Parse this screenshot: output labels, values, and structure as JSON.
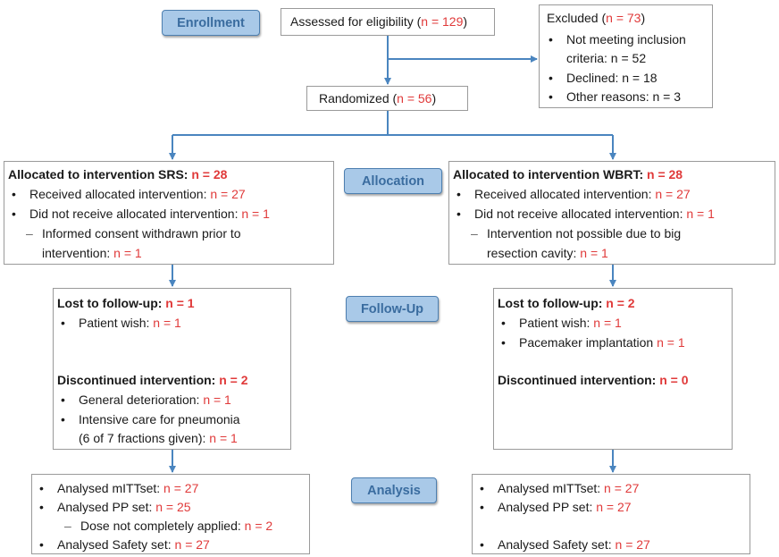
{
  "stages": {
    "enrollment": "Enrollment",
    "allocation": "Allocation",
    "follow_up": "Follow-Up",
    "analysis": "Analysis"
  },
  "assessed": {
    "label": "Assessed for eligibility (",
    "n": "n = 129",
    "close": ")"
  },
  "excluded": {
    "label": "Excluded (",
    "n": "n = 73",
    "close": ")",
    "items": [
      "Not meeting inclusion",
      "criteria: n = 52",
      "Declined: n = 18",
      "Other reasons: n = 3"
    ]
  },
  "randomized": {
    "label": "Randomized (",
    "n": "n = 56",
    "close": ")"
  },
  "alloc_srs": {
    "title": "Allocated to intervention SRS: ",
    "title_n": "n = 28",
    "received": "Received allocated intervention: ",
    "received_n": "n = 27",
    "not_received": "Did not receive allocated intervention: ",
    "not_received_n": "n = 1",
    "reason_1": "Informed consent withdrawn prior to",
    "reason_2": "intervention: ",
    "reason_n": "n = 1"
  },
  "alloc_wbrt": {
    "title": "Allocated to intervention WBRT: ",
    "title_n": "n = 28",
    "received": "Received allocated intervention: ",
    "received_n": "n = 27",
    "not_received": "Did not receive allocated intervention: ",
    "not_received_n": "n = 1",
    "reason_1": "Intervention not possible due to big",
    "reason_2": "resection cavity: ",
    "reason_n": "n = 1"
  },
  "follow_srs": {
    "lost": "Lost to follow-up: ",
    "lost_n": "n = 1",
    "patient_wish": "Patient wish: ",
    "patient_wish_n": "n = 1",
    "disc": "Discontinued intervention: ",
    "disc_n": "n = 2",
    "deterioration": "General deterioration: ",
    "deterioration_n": "n = 1",
    "icu_1": "Intensive care for pneumonia",
    "icu_2": "(6 of 7 fractions given): ",
    "icu_n": "n = 1"
  },
  "follow_wbrt": {
    "lost": "Lost to follow-up: ",
    "lost_n": "n = 2",
    "patient_wish": "Patient wish: ",
    "patient_wish_n": "n = 1",
    "pacemaker": "Pacemaker implantation ",
    "pacemaker_n": "n = 1",
    "disc": "Discontinued intervention: ",
    "disc_n": "n = 0"
  },
  "analysis_srs": {
    "mitt": "Analysed mITTset: ",
    "mitt_n": "n = 27",
    "pp": "Analysed PP set: ",
    "pp_n": "n = 25",
    "dose": "Dose not completely applied: ",
    "dose_n": "n = 2",
    "safety": "Analysed Safety set: ",
    "safety_n": "n = 27"
  },
  "analysis_wbrt": {
    "mitt": "Analysed mITTset: ",
    "mitt_n": "n = 27",
    "pp": "Analysed PP set: ",
    "pp_n": "n = 27",
    "safety": "Analysed Safety set: ",
    "safety_n": "n = 27"
  },
  "colors": {
    "arrow": "#4a85bf",
    "count": "#e03a3a",
    "stage_fill": "#a9c9e8",
    "stage_text": "#3a6c9f"
  }
}
